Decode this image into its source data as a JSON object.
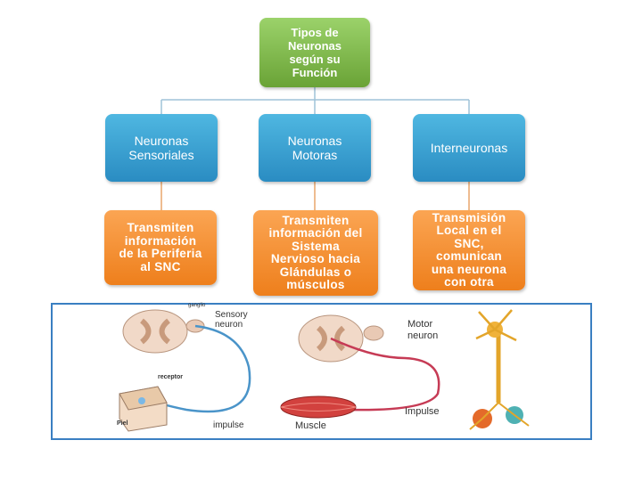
{
  "root": {
    "text": "Tipos de\nNeuronas\nsegún su\nFunción"
  },
  "categories": [
    {
      "title": "Neuronas\nSensoriales",
      "description": "Transmiten\ninformación\nde la Periferia\nal SNC"
    },
    {
      "title": "Neuronas\nMotoras",
      "description": "Transmiten\ninformación del\nSistema\nNervioso hacia\nGlándulas o\nmúsculos"
    },
    {
      "title": "Interneuronas",
      "description": "Transmisión\nLocal en el\nSNC,\ncomunican\nuna neurona\ncon otra"
    }
  ],
  "illustration": {
    "sensory_label": "Sensory\nneuron",
    "receptor_label": "receptor",
    "skin_label": "Piel",
    "impulse_label_1": "impulse",
    "motor_label": "Motor\nneuron",
    "impulse_label_2": "Impulse",
    "muscle_label": "Muscle",
    "ganglion_label": "ganglio"
  },
  "colors": {
    "root": "#7ab648",
    "category": "#3aa0d4",
    "description": "#f28c28",
    "panel_border": "#3a7fc2"
  }
}
